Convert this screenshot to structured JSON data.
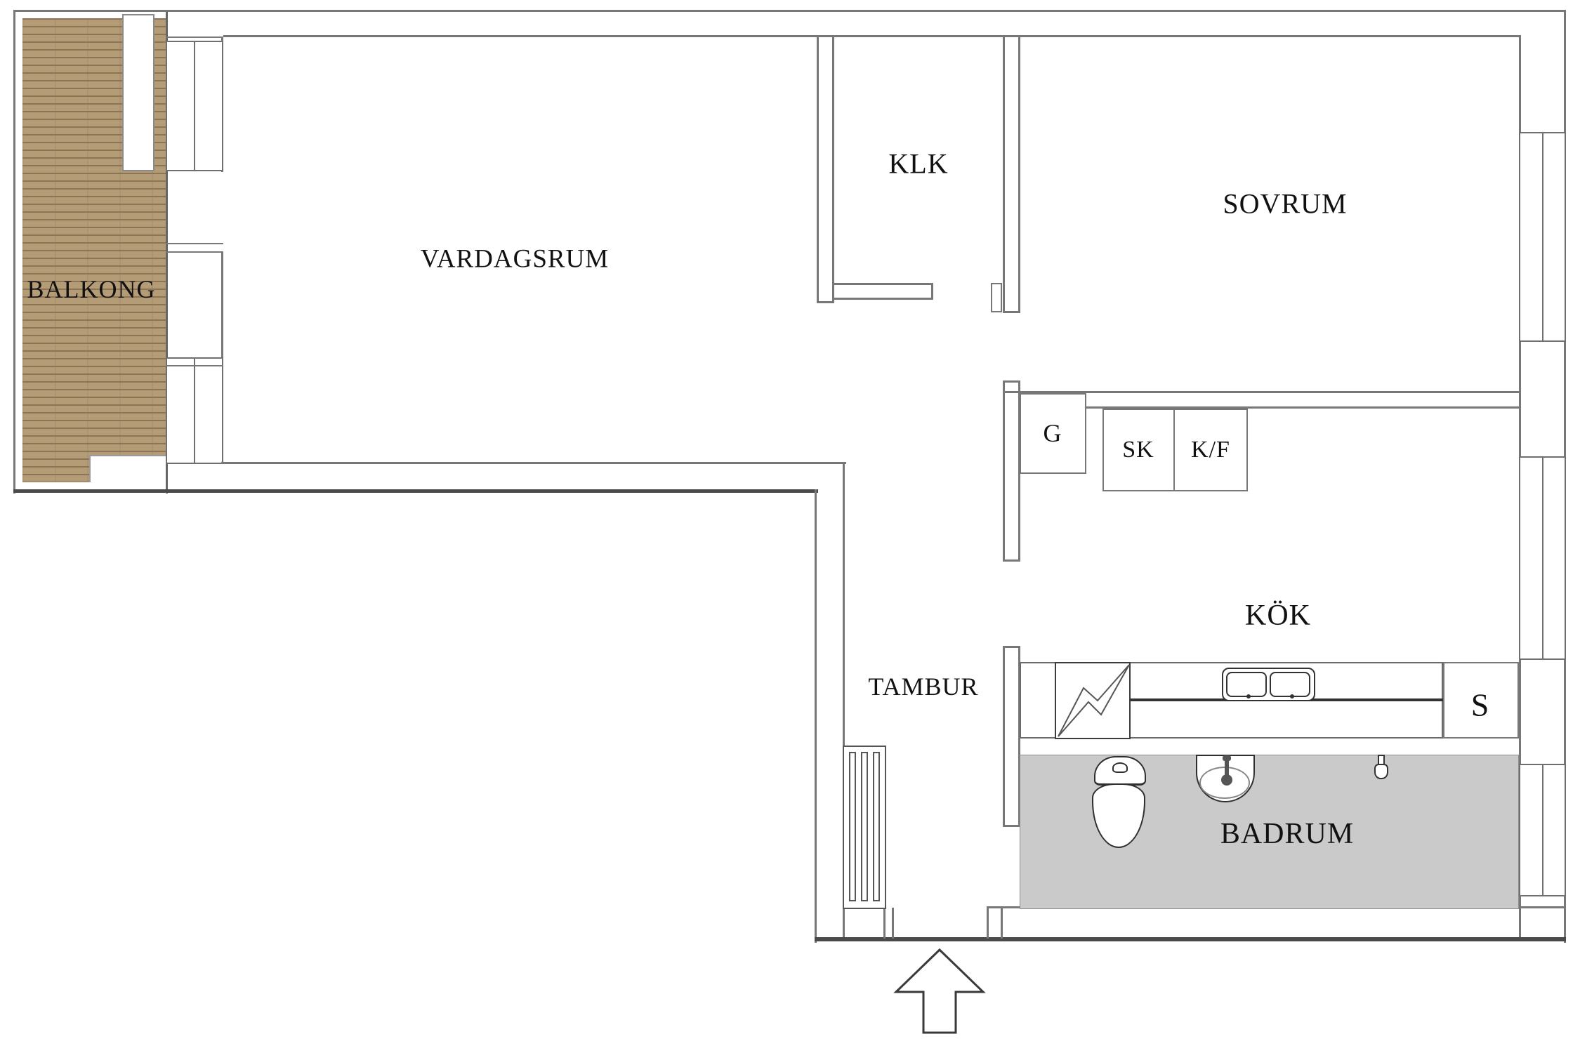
{
  "rooms": {
    "balkong": {
      "label": "BALKONG"
    },
    "vardagsrum": {
      "label": "VARDAGSRUM"
    },
    "klk": {
      "label": "KLK"
    },
    "sovrum": {
      "label": "SOVRUM"
    },
    "g": {
      "label": "G"
    },
    "sk": {
      "label": "SK"
    },
    "kf": {
      "label": "K/F"
    },
    "kok": {
      "label": "KÖK"
    },
    "tambur": {
      "label": "TAMBUR"
    },
    "s": {
      "label": "S"
    },
    "badrum": {
      "label": "BADRUM"
    }
  },
  "icons": {
    "stove": "stove-lightning-icon",
    "kitchen_sink": "double-sink-icon",
    "toilet": "toilet-icon",
    "bath_sink": "washbasin-icon",
    "shower_tap": "shower-tap-icon",
    "radiator": "radiator-icon",
    "entrance": "entrance-arrow-icon"
  },
  "colors": {
    "background": "#ffffff",
    "wall_line": "#777777",
    "dark_line": "#3c3c3c",
    "balcony_wood": "#b49c76",
    "balcony_wood_stripe": "#8d7456",
    "bathroom_floor": "#cacaca",
    "text": "#111111"
  }
}
